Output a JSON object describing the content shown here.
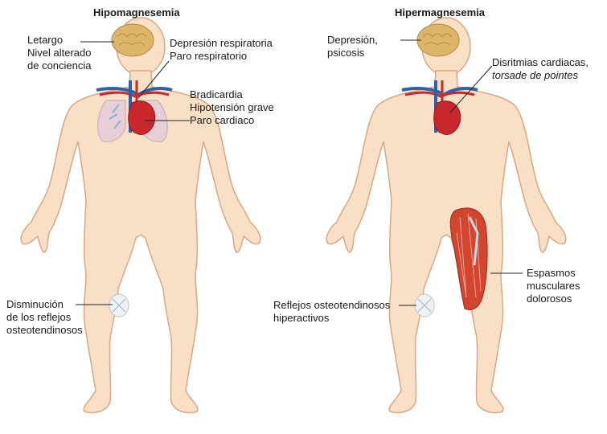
{
  "left_panel": {
    "title": "Hipomagnesemia",
    "brain_label": [
      "Letargo",
      "Nivel alterado",
      "de conciencia"
    ],
    "lungs_label": [
      "Depresión respiratoria",
      "Paro respiratorio"
    ],
    "heart_label": [
      "Bradicardia",
      "Hipotensión grave",
      "Paro cardiaco"
    ],
    "knee_label": [
      "Disminución",
      "de los reflejos",
      "osteotendinosos"
    ]
  },
  "right_panel": {
    "title": "Hipermagnesemia",
    "brain_label": [
      "Depresión,",
      "psicosis"
    ],
    "heart_label": [
      "Disritmias cardiacas,",
      "torsade de pointes"
    ],
    "muscle_label": [
      "Espasmos",
      "musculares",
      "dolorosos"
    ],
    "knee_label": [
      "Reflejos osteotendinosos",
      "hiperactivos"
    ]
  },
  "colors": {
    "skin": "#f8dfc6",
    "skin_outline": "#d9a784",
    "brain": "#dcb56a",
    "heart": "#c8282c",
    "vein": "#2d62a8",
    "lung": "#e8cfd7",
    "muscle": "#d2452e",
    "leader_line": "#222222"
  }
}
